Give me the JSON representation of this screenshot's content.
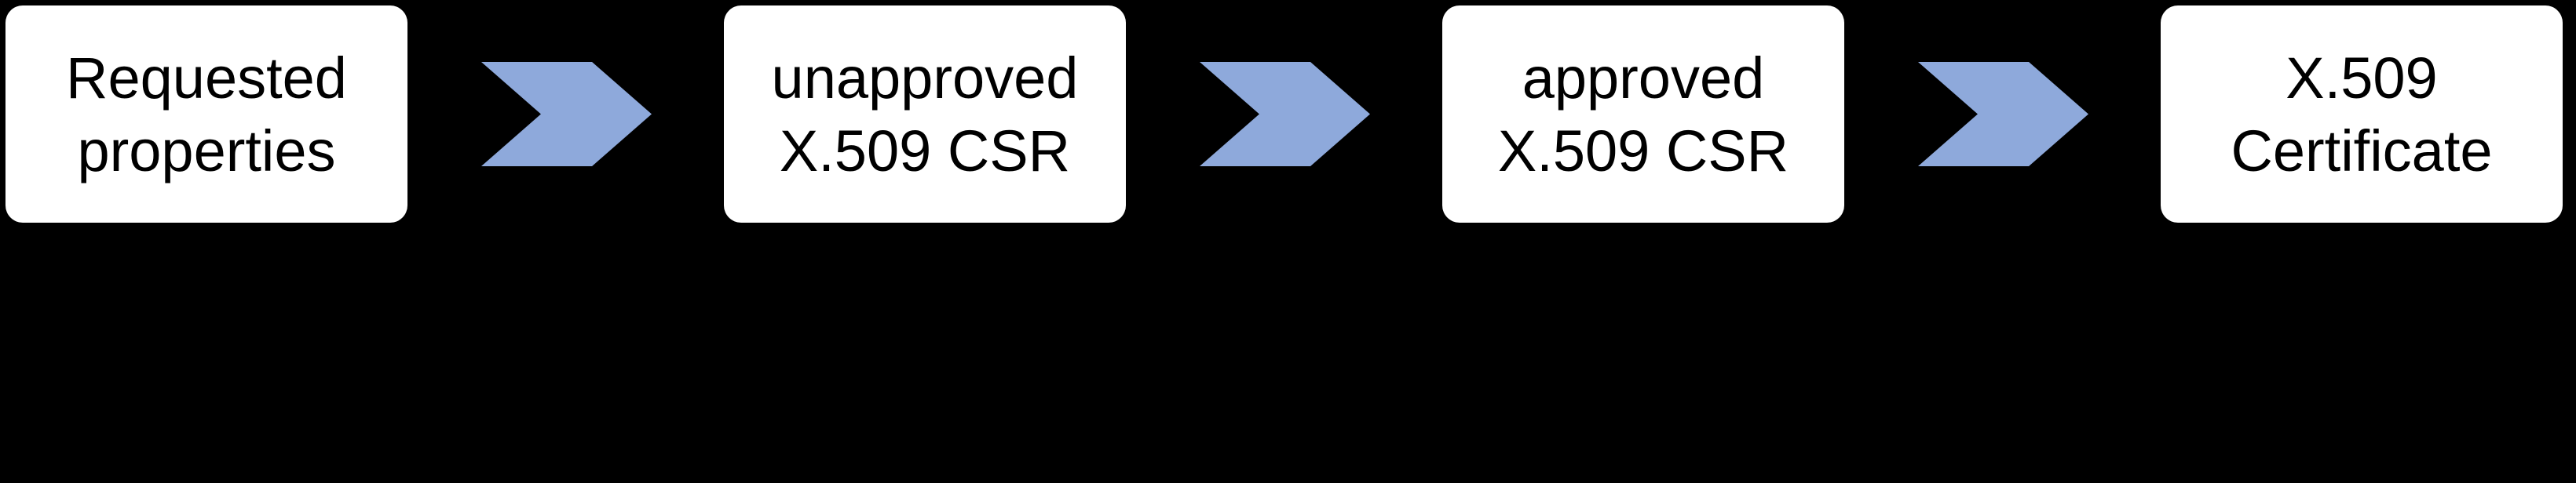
{
  "diagram": {
    "colors": {
      "background": "#000000",
      "node_fill": "#ffffff",
      "node_text": "#000000",
      "arrow": "#8EA9DB"
    },
    "nodes": [
      {
        "label": "Requested properties",
        "line1": "Requested",
        "line2": "properties"
      },
      {
        "label": "unapproved X.509 CSR",
        "line1": "unapproved",
        "line2": "X.509 CSR"
      },
      {
        "label": "approved X.509 CSR",
        "line1": "approved",
        "line2": "X.509 CSR"
      },
      {
        "label": "X.509 Certificate",
        "line1": "X.509",
        "line2": "Certificate"
      }
    ],
    "arrows": [
      {
        "direction": "right",
        "between": [
          "Requested properties",
          "unapproved X.509 CSR"
        ]
      },
      {
        "direction": "right",
        "between": [
          "unapproved X.509 CSR",
          "approved X.509 CSR"
        ]
      },
      {
        "direction": "right",
        "between": [
          "approved X.509 CSR",
          "X.509 Certificate"
        ]
      }
    ]
  }
}
